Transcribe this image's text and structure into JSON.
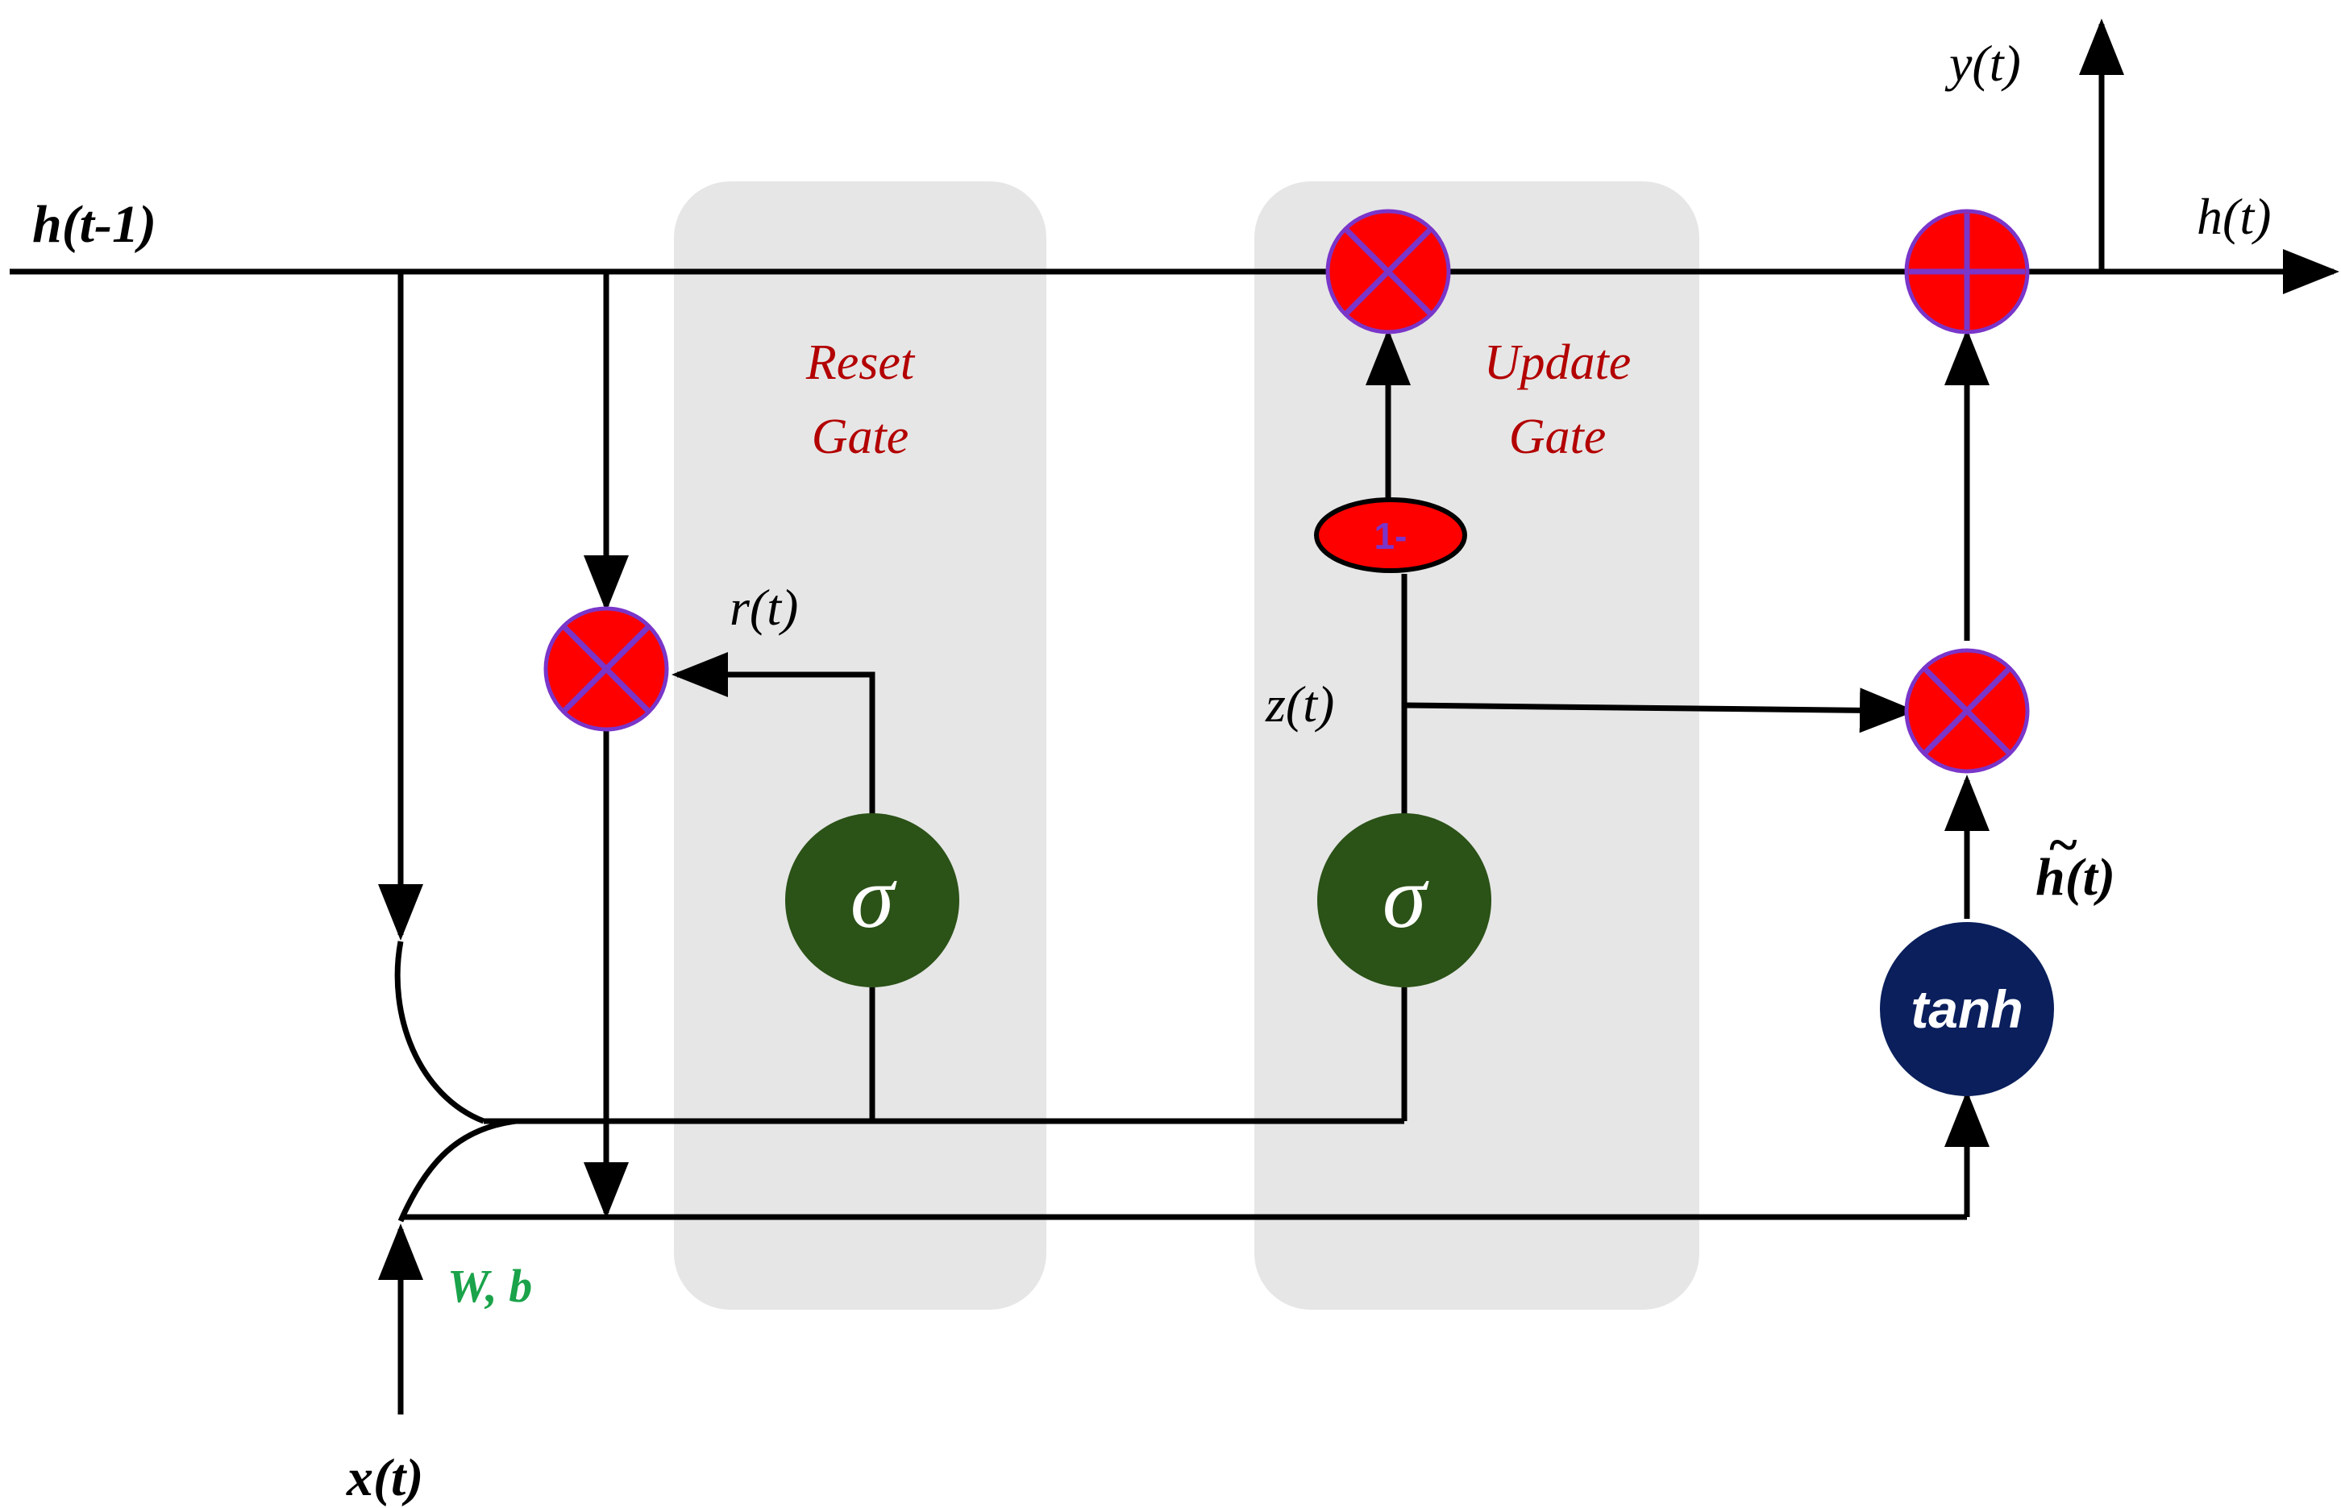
{
  "labels": {
    "h_prev": "h(t-1)",
    "h_out": "h(t)",
    "y_out": "y(t)",
    "x_in": "x(t)",
    "weights": "W, b",
    "r": "r(t)",
    "z": "z(t)",
    "h_tilde": "h(t)",
    "tilde_mark": "~"
  },
  "gates": {
    "reset": {
      "line1": "Reset",
      "line2": "Gate"
    },
    "update": {
      "line1": "Update",
      "line2": "Gate"
    }
  },
  "nodes": {
    "sigma": "σ",
    "tanh": "tanh",
    "one_minus": "1-"
  },
  "colors": {
    "operator_fill": "#ff0000",
    "operator_stroke": "#7a35c9",
    "sigmoid_fill": "#2b5217",
    "tanh_fill": "#0a1f5c",
    "gate_background": "#e6e6e6",
    "gate_label": "#b30000",
    "weights_label": "#1aa34a"
  }
}
